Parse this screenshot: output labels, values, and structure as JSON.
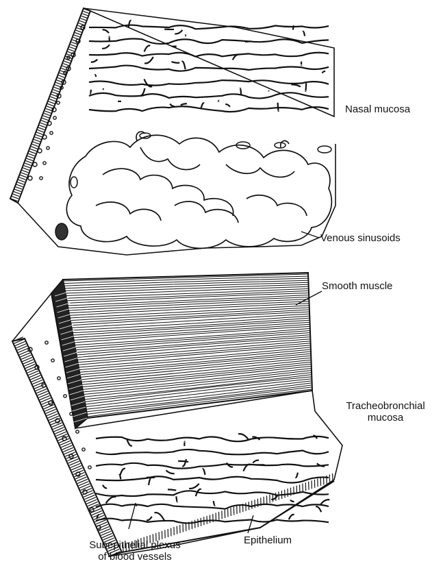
{
  "figure": {
    "line_color": "#111111",
    "background": "#ffffff",
    "panels": [
      {
        "name": "nasal-mucosa",
        "regions": [
          "epithelium",
          "subepithelial-plexus",
          "venous-sinusoids"
        ]
      },
      {
        "name": "tracheobronchial-mucosa",
        "regions": [
          "smooth-muscle",
          "subepithelial-plexus",
          "epithelium"
        ]
      }
    ]
  },
  "labels": {
    "nasal_mucosa": "Nasal mucosa",
    "venous_sinusoids": "Venous sinusoids",
    "smooth_muscle": "Smooth muscle",
    "tracheobronchial_mucosa": "Tracheobronchial\nmucosa",
    "epithelium": "Epithelium",
    "subepithelial_plexus": "Subepithelial plexus\nof blood vessels"
  }
}
